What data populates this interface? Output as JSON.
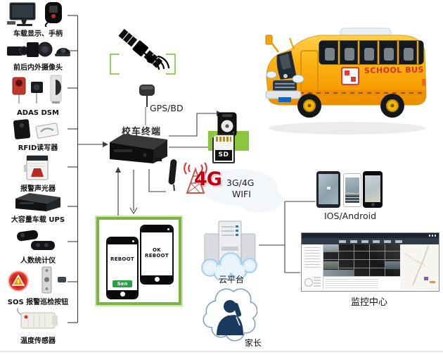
{
  "devices": [
    {
      "icon": "display-handset-icon",
      "label": "车载显示、手柄"
    },
    {
      "icon": "cameras-icon",
      "label": "前后内外摄像头"
    },
    {
      "icon": "adas-dsm-icon",
      "label": "ADAS DSM"
    },
    {
      "icon": "rfid-reader-icon",
      "label": "RFID读写器"
    },
    {
      "icon": "alarm-sound-light-icon",
      "label": "报警声光器"
    },
    {
      "icon": "vehicle-ups-icon",
      "label": "大容量车载 UPS"
    },
    {
      "icon": "people-counter-icon",
      "label": "人数统计仪"
    },
    {
      "icon": "sos-button-icon",
      "label": "SOS 报警巡检按钮"
    },
    {
      "icon": "temperature-sensor-icon",
      "label": "温度传感器"
    }
  ],
  "center": {
    "gps": "GPS/BD",
    "terminal": "校车终端",
    "badge_4g": "4G",
    "net1": "3G/4G",
    "net2": "WIFI"
  },
  "storage": {
    "sd": "SD"
  },
  "reboot_box": {
    "phone1_text": "REBOOT",
    "phone1_button": "Sen",
    "phone2_text": "OK REBOOT"
  },
  "bus": {
    "side_text": "SCHOOL BUS"
  },
  "right": {
    "apps": "IOS/Android",
    "monitor": "监控中心",
    "cloud": "云平台",
    "parents": "家长"
  },
  "colors": {
    "accent_green": "#7CB342",
    "storage_green": "#8CC63F",
    "red_4g": "#C30010",
    "cloud_blue": "#BBDEFB",
    "parents_navy": "#1B3A5F",
    "bus_yellow": "#F7A600"
  },
  "icons": {
    "satellite-icon": "satellite with solar panels, dish and signal arcs",
    "gps-antenna-icon": "GPS/BD antenna puck",
    "mdvr-icon": "school-bus terminal black box recorder",
    "antenna-4g-icon": "4G stick antenna",
    "tower-4g-icon": "radio tower with red signal arcs",
    "hdd-icon": "hard disk drive",
    "sd-card-icon": "SD memory card",
    "cloud-server-icon": "servers on cloud",
    "parent-phone-icon": "parent talking on phone inside cloud",
    "bus-icon": "yellow school bus"
  }
}
